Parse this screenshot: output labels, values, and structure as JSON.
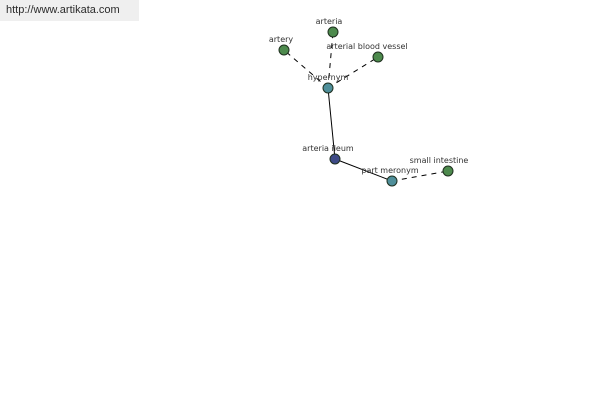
{
  "source_url": "http://www.artikata.com",
  "colors": {
    "center_node": "#3d4a86",
    "relation_node": "#4f8f9a",
    "term_node": "#4d8a4d",
    "node_outline": "#1f2f1f",
    "edge": "#000000"
  },
  "nodes": {
    "center": {
      "label": "arteria ileum",
      "role": "center"
    },
    "hypernym": {
      "label": "hypernym",
      "role": "relation"
    },
    "part_meronym": {
      "label": "part meronym",
      "role": "relation"
    },
    "artery": {
      "label": "artery",
      "role": "term"
    },
    "arteria": {
      "label": "arteria",
      "role": "term"
    },
    "arterial_blood_vessel": {
      "label": "arterial blood vessel",
      "role": "term"
    },
    "small_intestine": {
      "label": "small intestine",
      "role": "term"
    }
  },
  "edges": [
    {
      "from": "center",
      "to": "hypernym",
      "style": "solid"
    },
    {
      "from": "center",
      "to": "part_meronym",
      "style": "solid"
    },
    {
      "from": "hypernym",
      "to": "artery",
      "style": "dashed"
    },
    {
      "from": "hypernym",
      "to": "arteria",
      "style": "dashed"
    },
    {
      "from": "hypernym",
      "to": "arterial_blood_vessel",
      "style": "dashed"
    },
    {
      "from": "part_meronym",
      "to": "small_intestine",
      "style": "dashed"
    }
  ]
}
